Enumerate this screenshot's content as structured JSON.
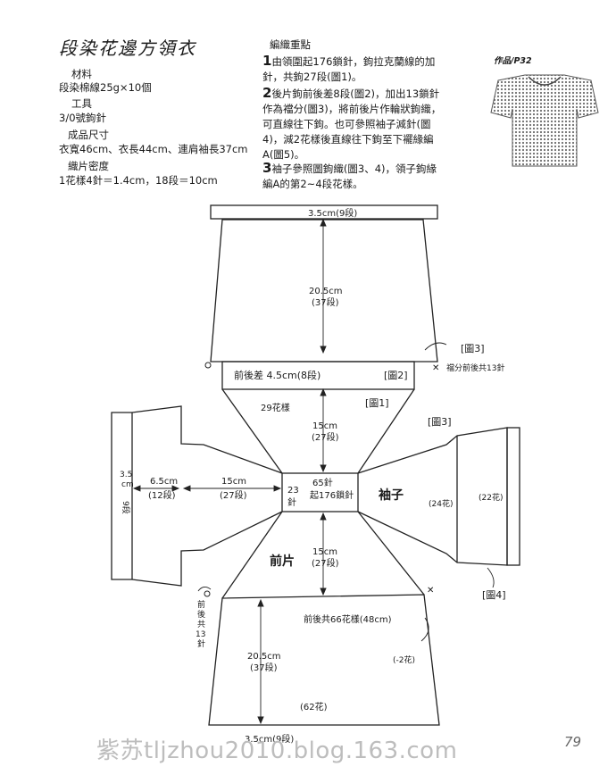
{
  "title": "段染花邊方領衣",
  "materials": {
    "heading": "材料",
    "value": "段染棉線25g×10個",
    "tools_heading": "工具",
    "tools_value": "3/0號鉤針",
    "size_heading": "成品尺寸",
    "size_value": "衣寬46cm、衣長44cm、連肩袖長37cm",
    "gauge_heading": "織片密度",
    "gauge_value": "1花樣4針＝1.4cm，18段＝10cm"
  },
  "instructions": {
    "heading": "編織重點",
    "steps": [
      {
        "num": "1",
        "lines": [
          "由領圍起176鎖針，鉤拉克蘭線的加",
          "針，共鉤27段(圖1)。"
        ]
      },
      {
        "num": "2",
        "lines": [
          "後片鉤前後差8段(圖2)，加出13鎖針",
          "作為襠分(圖3)，將前後片作輪狀鉤織，",
          "可直線往下鉤。也可參照袖子減針(圖",
          "4)，減2花樣後直線往下鉤至下襬緣編",
          "A(圖5)。"
        ]
      },
      {
        "num": "3",
        "lines": [
          "袖子參照圖鉤織(圖3、4)，領子鉤緣",
          "編A的第2~4段花樣。"
        ]
      }
    ]
  },
  "work_tag": "作品/P32",
  "diagram": {
    "back_hem": "3.5cm(9段)",
    "back_length_cm": "20.5cm",
    "back_length_rows": "(37段)",
    "fig3_top": "[圖3]",
    "gusset_note": "襠分前後共13針",
    "back_diff": "前後差 4.5cm(8段)",
    "fig2": "[圖2]",
    "pattern29": "29花樣",
    "fig1": "[圖1]",
    "yoke_cm": "15cm",
    "yoke_rows": "(27段)",
    "fig3_right": "[圖3]",
    "left_edge_cm": "3.5",
    "left_edge_unit": "cm",
    "left_edge_rows": "9段",
    "left_cuff_cm": "6.5cm",
    "left_cuff_rows": "(12段)",
    "left_sleeve_cm": "15cm",
    "left_sleeve_rows": "(27段)",
    "neck_23": "23",
    "neck_stitch": "針",
    "neck_65": "65針",
    "neck_chain": "起176鎖針",
    "sleeve_label": "袖子",
    "sleeve_24": "(24花)",
    "sleeve_22": "(22花)",
    "front_label": "前片",
    "front_yoke_cm": "15cm",
    "front_yoke_rows": "(27段)",
    "fig4": "[圖4]",
    "front_side": [
      "前",
      "後",
      "共",
      "13",
      "針"
    ],
    "body_patterns": "前後共66花樣(48cm)",
    "front_length_cm": "20.5cm",
    "front_length_rows": "(37段)",
    "minus2": "(-2花)",
    "pattern62": "(62花)",
    "front_hem": "3.5cm(9段)"
  },
  "watermark": "紫苏tljzhou2010.blog.163.com",
  "page_number": "79"
}
